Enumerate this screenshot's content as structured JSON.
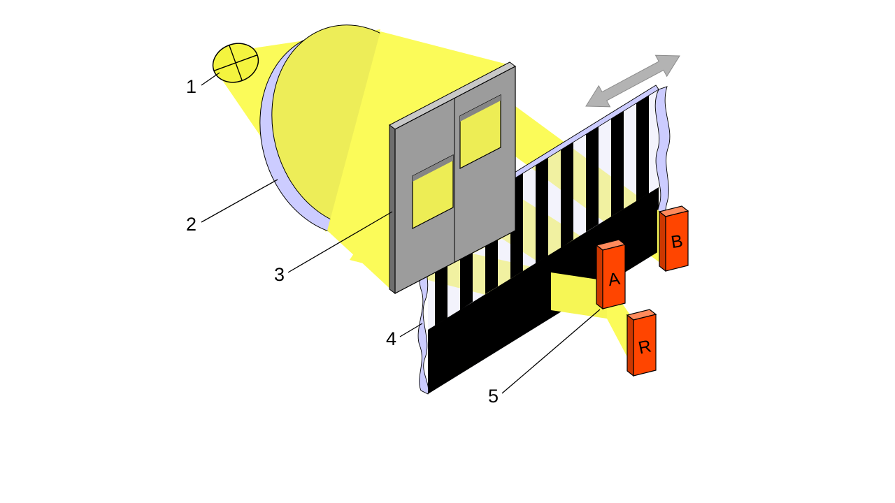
{
  "figure": {
    "background": "#ffffff",
    "callouts": [
      {
        "part": "light-source",
        "label": "1"
      },
      {
        "part": "lens",
        "label": "2"
      },
      {
        "part": "mask",
        "label": "3"
      },
      {
        "part": "code-strip",
        "label": "4"
      },
      {
        "part": "photodetector",
        "label": "5"
      }
    ],
    "detectors": [
      {
        "id": "A",
        "label": "A"
      },
      {
        "id": "B",
        "label": "B"
      },
      {
        "id": "R",
        "label": "R"
      }
    ],
    "colors": {
      "light": "#FBFB59",
      "light_window": "#EDED55",
      "lens_rim": "#CCCCFF",
      "strip_edge": "#CCCCFF",
      "mask_gray": "#9C9C9C",
      "detector_red": "#FF4500",
      "stripe_black": "#000000",
      "arrow_gray": "#B3B3B3"
    }
  }
}
